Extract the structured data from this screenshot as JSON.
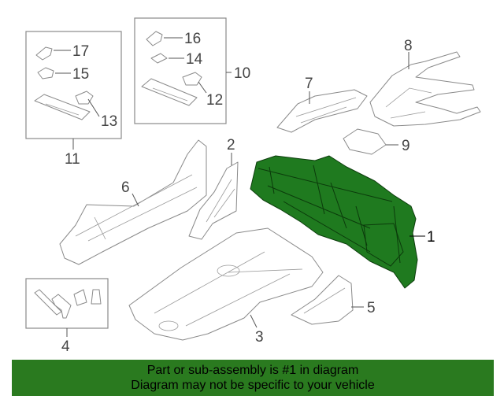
{
  "callouts": {
    "c1": "1",
    "c2": "2",
    "c3": "3",
    "c4": "4",
    "c5": "5",
    "c6": "6",
    "c7": "7",
    "c8": "8",
    "c9": "9",
    "c10": "10",
    "c11": "11",
    "c12": "12",
    "c13": "13",
    "c14": "14",
    "c15": "15",
    "c16": "16",
    "c17": "17"
  },
  "banner": {
    "line1": "Part or sub-assembly is #1 in diagram",
    "line2": "Diagram may not be specific to your vehicle"
  },
  "colors": {
    "highlight": "#1f7a1f",
    "banner_bg": "#2a7a1f",
    "line": "#8a8a8a"
  }
}
